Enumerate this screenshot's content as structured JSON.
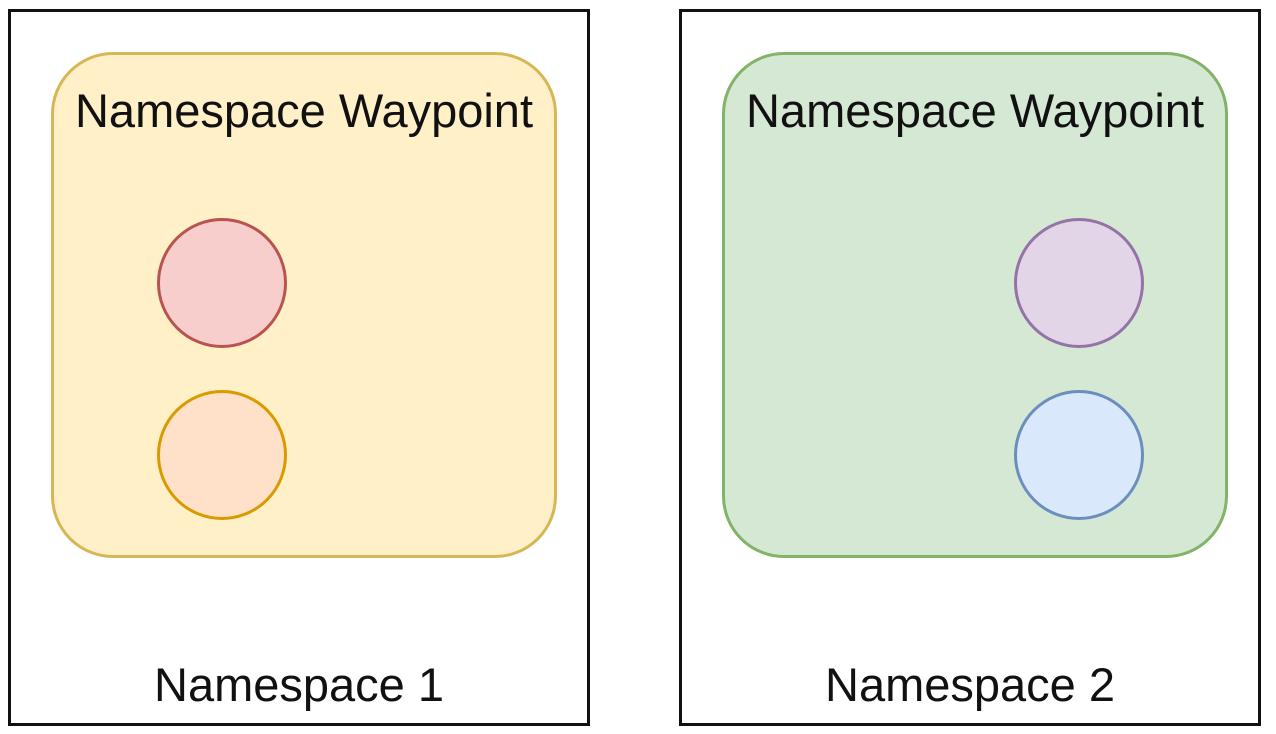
{
  "namespaces": [
    {
      "label": "Namespace 1",
      "waypoint": {
        "title": "Namespace Waypoint",
        "fill": "#fff0c8",
        "stroke": "#d6b656"
      },
      "pods": [
        {
          "fill": "#f8cecc",
          "stroke": "#b85450"
        },
        {
          "fill": "#ffe0c8",
          "stroke": "#d79b00"
        }
      ]
    },
    {
      "label": "Namespace 2",
      "waypoint": {
        "title": "Namespace Waypoint",
        "fill": "#d5e8d4",
        "stroke": "#82b366"
      },
      "pods": [
        {
          "fill": "#e1d5e7",
          "stroke": "#9673a6"
        },
        {
          "fill": "#dae8fc",
          "stroke": "#6c8ebf"
        }
      ]
    }
  ]
}
